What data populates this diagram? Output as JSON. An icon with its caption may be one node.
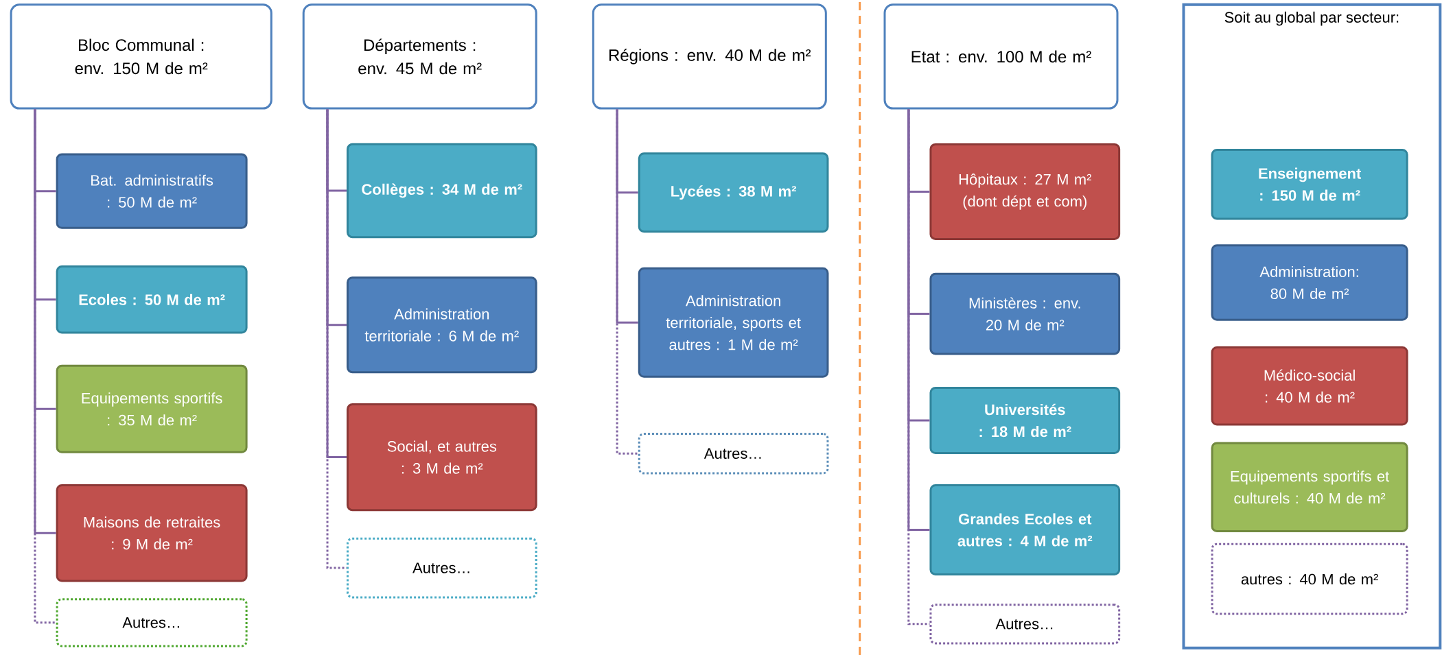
{
  "diagram": {
    "nodes": [
      {
        "text": [
          "Bloc Communal : env. 150 M de m²"
        ]
      },
      {
        "text": [
          "Bat. administratifs : 50 M de m²"
        ]
      },
      {
        "text": [
          "Ecoles : 50 M de m²"
        ]
      },
      {
        "text": [
          "Equipements sportifs : 35 M de m²"
        ]
      },
      {
        "text": [
          "Maisons de retraites : 9 M de m²"
        ]
      },
      {
        "text": [
          "Autres…"
        ]
      },
      {
        "text": [
          "Départements : env. 45 M de m²"
        ]
      },
      {
        "text": [
          "Collèges : 34 M de m²"
        ]
      },
      {
        "text": [
          "Administration territoriale : 6 M de m²"
        ]
      },
      {
        "text": [
          "Social, et autres : 3 M de m²"
        ]
      },
      {
        "text": [
          "Autres…"
        ]
      },
      {
        "text": [
          "Régions : env. 40 M de m²"
        ]
      },
      {
        "text": [
          "Lycées : 38 M m²"
        ]
      },
      {
        "text": [
          "Administration territoriale, sports et autres : 1 M de m²"
        ]
      },
      {
        "text": [
          "Autres…"
        ]
      },
      {
        "text": [
          "Etat : env. 100 M de m²"
        ]
      },
      {
        "text": [
          "Hôpitaux : 27 M m² (dont dépt et com)"
        ]
      },
      {
        "text": [
          "Ministères : env. 20 M de m²"
        ]
      },
      {
        "text": [
          "Universités : 18 M de m²"
        ]
      },
      {
        "text": [
          "Grandes Ecoles et autres : 4 M de m²"
        ]
      },
      {
        "text": [
          "Autres…"
        ]
      },
      {
        "text": [
          "Soit au global par secteur:"
        ]
      },
      {
        "text": [
          "Enseignement : 150 M de m²"
        ],
        "in": 21
      },
      {
        "text": [
          "Administration: 80 M de m²"
        ],
        "in": 21
      },
      {
        "text": [
          "Médico-social : 40 M de m²"
        ],
        "in": 21
      },
      {
        "text": [
          "Equipements sportifs et culturels : 40 M de m²"
        ],
        "in": 21
      },
      {
        "text": [
          "autres : 40 M de m²"
        ],
        "in": 21
      }
    ],
    "edges": [
      {
        "from": 0,
        "to": 1,
        "arrow": "none"
      },
      {
        "from": 0,
        "to": 2,
        "arrow": "none"
      },
      {
        "from": 0,
        "to": 3,
        "arrow": "none"
      },
      {
        "from": 0,
        "to": 4,
        "arrow": "none"
      },
      {
        "from": 0,
        "to": 5,
        "arrow": "none",
        "style": "dashed"
      },
      {
        "from": 6,
        "to": 7,
        "arrow": "none"
      },
      {
        "from": 6,
        "to": 8,
        "arrow": "none"
      },
      {
        "from": 6,
        "to": 9,
        "arrow": "none"
      },
      {
        "from": 6,
        "to": 10,
        "arrow": "none",
        "style": "dashed"
      },
      {
        "from": 11,
        "to": 12,
        "arrow": "none"
      },
      {
        "from": 11,
        "to": 13,
        "arrow": "none"
      },
      {
        "from": 11,
        "to": 14,
        "arrow": "none",
        "style": "dashed"
      },
      {
        "from": 15,
        "to": 16,
        "arrow": "none"
      },
      {
        "from": 15,
        "to": 17,
        "arrow": "none"
      },
      {
        "from": 15,
        "to": 18,
        "arrow": "none"
      },
      {
        "from": 15,
        "to": 19,
        "arrow": "none"
      },
      {
        "from": 15,
        "to": 20,
        "arrow": "none",
        "style": "dashed"
      }
    ]
  }
}
